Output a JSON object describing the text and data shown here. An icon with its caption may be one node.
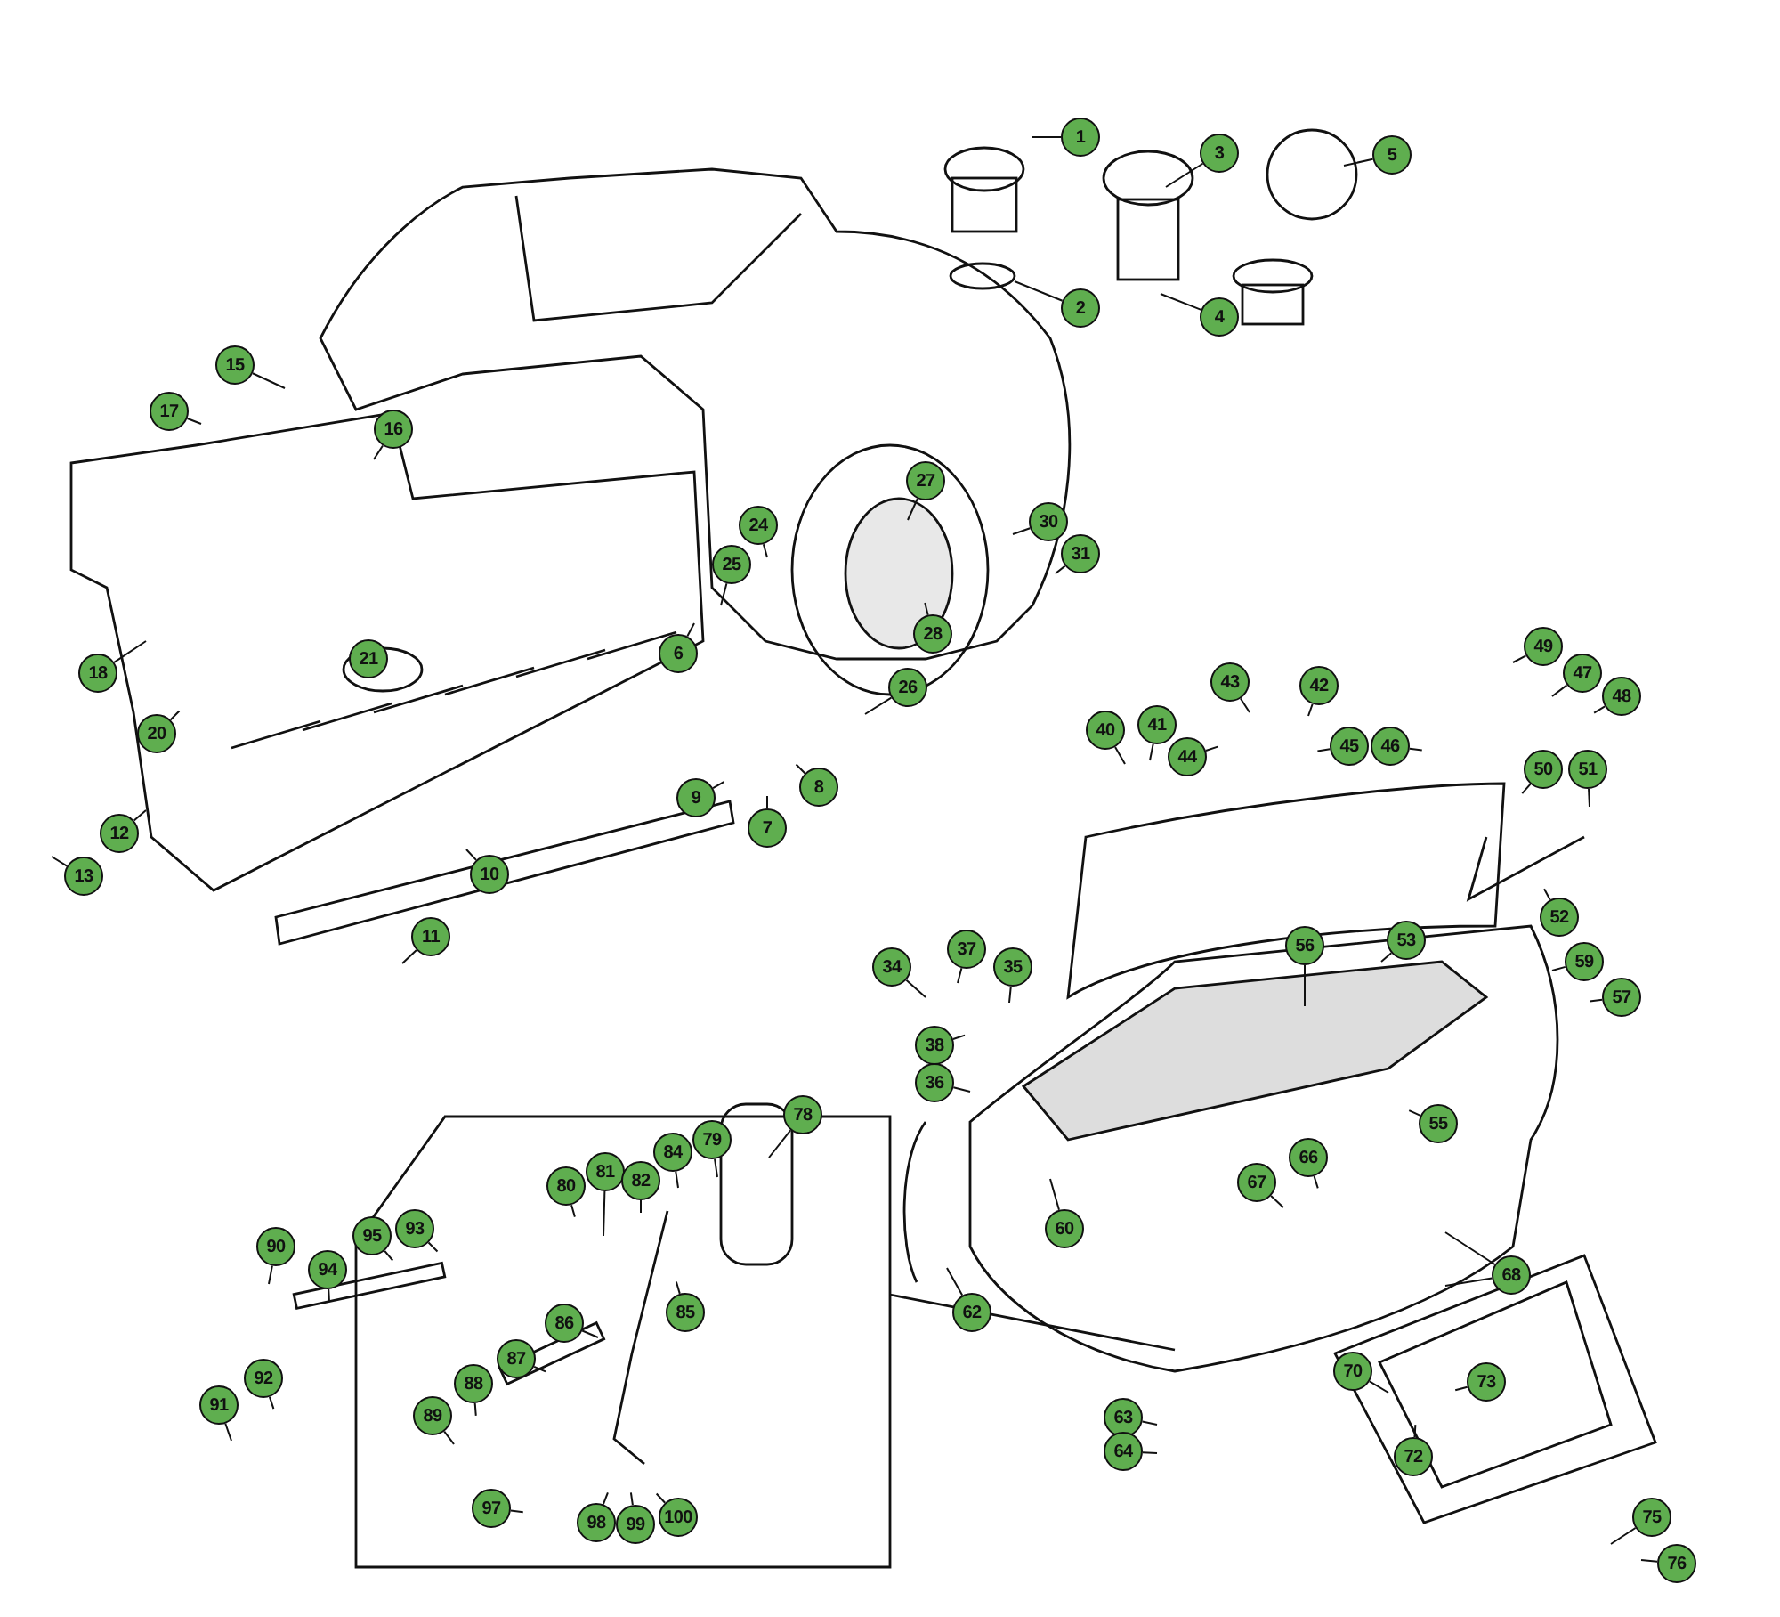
{
  "diagram": {
    "nodes": [
      {
        "text": [
          "1"
        ]
      },
      {
        "text": [
          "3"
        ]
      },
      {
        "text": [
          "5"
        ]
      },
      {
        "text": [
          "2"
        ]
      },
      {
        "text": [
          "4"
        ]
      },
      {
        "text": [
          "15"
        ]
      },
      {
        "text": [
          "17"
        ]
      },
      {
        "text": [
          "16"
        ]
      },
      {
        "text": [
          "27"
        ]
      },
      {
        "text": [
          "30"
        ]
      },
      {
        "text": [
          "24"
        ]
      },
      {
        "text": [
          "31"
        ]
      },
      {
        "text": [
          "25"
        ]
      },
      {
        "text": [
          "28"
        ]
      },
      {
        "text": [
          "49"
        ]
      },
      {
        "text": [
          "6"
        ]
      },
      {
        "text": [
          "21"
        ]
      },
      {
        "text": [
          "18"
        ]
      },
      {
        "text": [
          "47"
        ]
      },
      {
        "text": [
          "43"
        ]
      },
      {
        "text": [
          "42"
        ]
      },
      {
        "text": [
          "26"
        ]
      },
      {
        "text": [
          "48"
        ]
      },
      {
        "text": [
          "41"
        ]
      },
      {
        "text": [
          "40"
        ]
      },
      {
        "text": [
          "20"
        ]
      },
      {
        "text": [
          "45"
        ]
      },
      {
        "text": [
          "46"
        ]
      },
      {
        "text": [
          "44"
        ]
      },
      {
        "text": [
          "50"
        ]
      },
      {
        "text": [
          "51"
        ]
      },
      {
        "text": [
          "8"
        ]
      },
      {
        "text": [
          "9"
        ]
      },
      {
        "text": [
          "7"
        ]
      },
      {
        "text": [
          "12"
        ]
      },
      {
        "text": [
          "10"
        ]
      },
      {
        "text": [
          "13"
        ]
      },
      {
        "text": [
          "52"
        ]
      },
      {
        "text": [
          "11"
        ]
      },
      {
        "text": [
          "53"
        ]
      },
      {
        "text": [
          "56"
        ]
      },
      {
        "text": [
          "37"
        ]
      },
      {
        "text": [
          "59"
        ]
      },
      {
        "text": [
          "34"
        ]
      },
      {
        "text": [
          "35"
        ]
      },
      {
        "text": [
          "57"
        ]
      },
      {
        "text": [
          "38"
        ]
      },
      {
        "text": [
          "36"
        ]
      },
      {
        "text": [
          "78"
        ]
      },
      {
        "text": [
          "55"
        ]
      },
      {
        "text": [
          "79"
        ]
      },
      {
        "text": [
          "84"
        ]
      },
      {
        "text": [
          "66"
        ]
      },
      {
        "text": [
          "81"
        ]
      },
      {
        "text": [
          "82"
        ]
      },
      {
        "text": [
          "67"
        ]
      },
      {
        "text": [
          "80"
        ]
      },
      {
        "text": [
          "60"
        ]
      },
      {
        "text": [
          "93"
        ]
      },
      {
        "text": [
          "95"
        ]
      },
      {
        "text": [
          "90"
        ]
      },
      {
        "text": [
          "94"
        ]
      },
      {
        "text": [
          "68"
        ]
      },
      {
        "text": [
          "85"
        ]
      },
      {
        "text": [
          "62"
        ]
      },
      {
        "text": [
          "86"
        ]
      },
      {
        "text": [
          "87"
        ]
      },
      {
        "text": [
          "70"
        ]
      },
      {
        "text": [
          "92"
        ]
      },
      {
        "text": [
          "73"
        ]
      },
      {
        "text": [
          "88"
        ]
      },
      {
        "text": [
          "91"
        ]
      },
      {
        "text": [
          "89"
        ]
      },
      {
        "text": [
          "63"
        ]
      },
      {
        "text": [
          "64"
        ]
      },
      {
        "text": [
          "72"
        ]
      },
      {
        "text": [
          "97"
        ]
      },
      {
        "text": [
          "100"
        ]
      },
      {
        "text": [
          "75"
        ]
      },
      {
        "text": [
          "98"
        ]
      },
      {
        "text": [
          "99"
        ]
      },
      {
        "text": [
          "76"
        ]
      }
    ],
    "edges": [
      {
        "from": 0,
        "to": null,
        "arrow": "none"
      },
      {
        "from": 1,
        "to": null,
        "arrow": "none"
      },
      {
        "from": 2,
        "to": null,
        "arrow": "none"
      },
      {
        "from": 3,
        "to": null,
        "arrow": "none"
      },
      {
        "from": 4,
        "to": null,
        "arrow": "none"
      },
      {
        "from": 5,
        "to": null,
        "arrow": "none"
      },
      {
        "from": 6,
        "to": null,
        "arrow": "none"
      },
      {
        "from": 7,
        "to": null,
        "arrow": "none"
      },
      {
        "from": 8,
        "to": null,
        "arrow": "none"
      },
      {
        "from": 9,
        "to": null,
        "arrow": "none"
      },
      {
        "from": 10,
        "to": null,
        "arrow": "none"
      },
      {
        "from": 11,
        "to": null,
        "arrow": "none"
      },
      {
        "from": 12,
        "to": null,
        "arrow": "none"
      },
      {
        "from": 13,
        "to": null,
        "arrow": "none"
      },
      {
        "from": 14,
        "to": null,
        "arrow": "none"
      },
      {
        "from": 15,
        "to": null,
        "arrow": "none"
      },
      {
        "from": 17,
        "to": null,
        "arrow": "none"
      },
      {
        "from": 18,
        "to": null,
        "arrow": "none"
      },
      {
        "from": 19,
        "to": null,
        "arrow": "none"
      },
      {
        "from": 20,
        "to": null,
        "arrow": "none"
      },
      {
        "from": 21,
        "to": null,
        "arrow": "none"
      },
      {
        "from": 22,
        "to": null,
        "arrow": "none"
      },
      {
        "from": 23,
        "to": null,
        "arrow": "none"
      },
      {
        "from": 24,
        "to": null,
        "arrow": "none"
      },
      {
        "from": 25,
        "to": null,
        "arrow": "none"
      },
      {
        "from": 26,
        "to": null,
        "arrow": "none"
      },
      {
        "from": 27,
        "to": null,
        "arrow": "none"
      },
      {
        "from": 28,
        "to": null,
        "arrow": "none"
      },
      {
        "from": 29,
        "to": null,
        "arrow": "none"
      },
      {
        "from": 30,
        "to": null,
        "arrow": "none"
      },
      {
        "from": 31,
        "to": null,
        "arrow": "none"
      },
      {
        "from": 32,
        "to": null,
        "arrow": "none"
      },
      {
        "from": 33,
        "to": null,
        "arrow": "none"
      },
      {
        "from": 34,
        "to": null,
        "arrow": "none"
      },
      {
        "from": 35,
        "to": null,
        "arrow": "none"
      },
      {
        "from": 36,
        "to": null,
        "arrow": "none"
      },
      {
        "from": 37,
        "to": null,
        "arrow": "none"
      },
      {
        "from": 38,
        "to": null,
        "arrow": "none"
      },
      {
        "from": 39,
        "to": null,
        "arrow": "none"
      },
      {
        "from": 40,
        "to": null,
        "arrow": "none"
      },
      {
        "from": 41,
        "to": null,
        "arrow": "none"
      },
      {
        "from": 42,
        "to": null,
        "arrow": "none"
      },
      {
        "from": 43,
        "to": null,
        "arrow": "none"
      },
      {
        "from": 44,
        "to": null,
        "arrow": "none"
      },
      {
        "from": 45,
        "to": null,
        "arrow": "none"
      },
      {
        "from": 46,
        "to": null,
        "arrow": "none"
      },
      {
        "from": 47,
        "to": null,
        "arrow": "none"
      },
      {
        "from": 48,
        "to": null,
        "arrow": "none"
      },
      {
        "from": 49,
        "to": null,
        "arrow": "none"
      },
      {
        "from": 50,
        "to": null,
        "arrow": "none"
      },
      {
        "from": 51,
        "to": null,
        "arrow": "none"
      },
      {
        "from": 52,
        "to": null,
        "arrow": "none"
      },
      {
        "from": 53,
        "to": null,
        "arrow": "none"
      },
      {
        "from": 54,
        "to": null,
        "arrow": "none"
      },
      {
        "from": 55,
        "to": null,
        "arrow": "none"
      },
      {
        "from": 56,
        "to": null,
        "arrow": "none"
      },
      {
        "from": 57,
        "to": null,
        "arrow": "none"
      },
      {
        "from": 58,
        "to": null,
        "arrow": "none"
      },
      {
        "from": 59,
        "to": null,
        "arrow": "none"
      },
      {
        "from": 60,
        "to": null,
        "arrow": "none"
      },
      {
        "from": 61,
        "to": null,
        "arrow": "none"
      },
      {
        "from": 62,
        "to": null,
        "arrow": "none"
      },
      {
        "from": 62,
        "to": null,
        "arrow": "none"
      },
      {
        "from": 63,
        "to": null,
        "arrow": "none"
      },
      {
        "from": 64,
        "to": null,
        "arrow": "none"
      },
      {
        "from": 65,
        "to": null,
        "arrow": "none"
      },
      {
        "from": 66,
        "to": null,
        "arrow": "none"
      },
      {
        "from": 67,
        "to": null,
        "arrow": "none"
      },
      {
        "from": 68,
        "to": null,
        "arrow": "none"
      },
      {
        "from": 69,
        "to": null,
        "arrow": "none"
      },
      {
        "from": 70,
        "to": null,
        "arrow": "none"
      },
      {
        "from": 71,
        "to": null,
        "arrow": "none"
      },
      {
        "from": 72,
        "to": null,
        "arrow": "none"
      },
      {
        "from": 73,
        "to": null,
        "arrow": "none"
      },
      {
        "from": 74,
        "to": null,
        "arrow": "none"
      },
      {
        "from": 75,
        "to": null,
        "arrow": "none"
      },
      {
        "from": 76,
        "to": null,
        "arrow": "none"
      },
      {
        "from": 77,
        "to": null,
        "arrow": "none"
      },
      {
        "from": 78,
        "to": null,
        "arrow": "none"
      },
      {
        "from": 79,
        "to": null,
        "arrow": "none"
      },
      {
        "from": 80,
        "to": null,
        "arrow": "none"
      },
      {
        "from": 81,
        "to": null,
        "arrow": "none"
      }
    ]
  }
}
